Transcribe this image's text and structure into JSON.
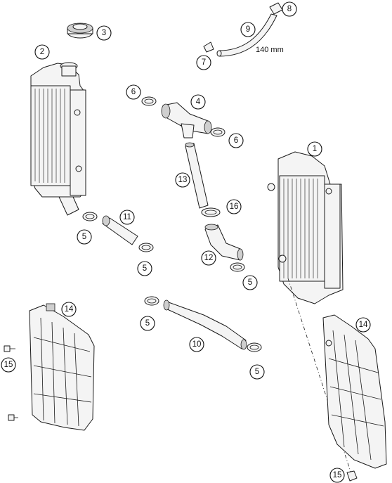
{
  "callouts": {
    "c1": "1",
    "c2": "2",
    "c3": "3",
    "c4": "4",
    "c5a": "5",
    "c5b": "5",
    "c5c": "5",
    "c5d": "5",
    "c5e": "5",
    "c6a": "6",
    "c6b": "6",
    "c7": "7",
    "c8": "8",
    "c9": "9",
    "c10": "10",
    "c11": "11",
    "c12": "12",
    "c13": "13",
    "c14a": "14",
    "c14b": "14",
    "c15a": "15",
    "c15b": "15",
    "c16": "16"
  },
  "dimension": {
    "hose_length": "140 mm"
  },
  "colors": {
    "line": "#1a1a1a",
    "fill": "#f4f4f4",
    "shade": "#cfcfcf",
    "background": "#ffffff"
  }
}
